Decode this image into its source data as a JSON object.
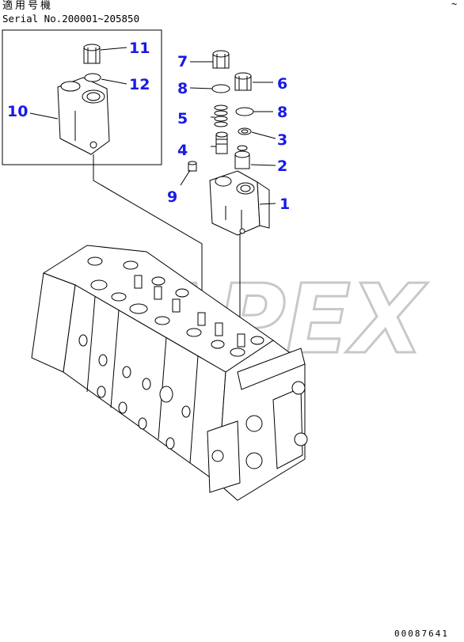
{
  "header": {
    "applicable_label": "適用号機",
    "serial_label": "Serial No.200001~205850",
    "corner_mark": "~"
  },
  "footer": {
    "drawing_number": "00087641"
  },
  "watermark": {
    "text": "APEX"
  },
  "callouts": {
    "c1": "1",
    "c2": "2",
    "c3": "3",
    "c4": "4",
    "c5": "5",
    "c6": "6",
    "c7": "7",
    "c8a": "8",
    "c8b": "8",
    "c9": "9",
    "c10": "10",
    "c11": "11",
    "c12": "12"
  },
  "colors": {
    "callout": "#1a1ae6",
    "line": "#000000",
    "watermark": "#c8c8c8"
  }
}
